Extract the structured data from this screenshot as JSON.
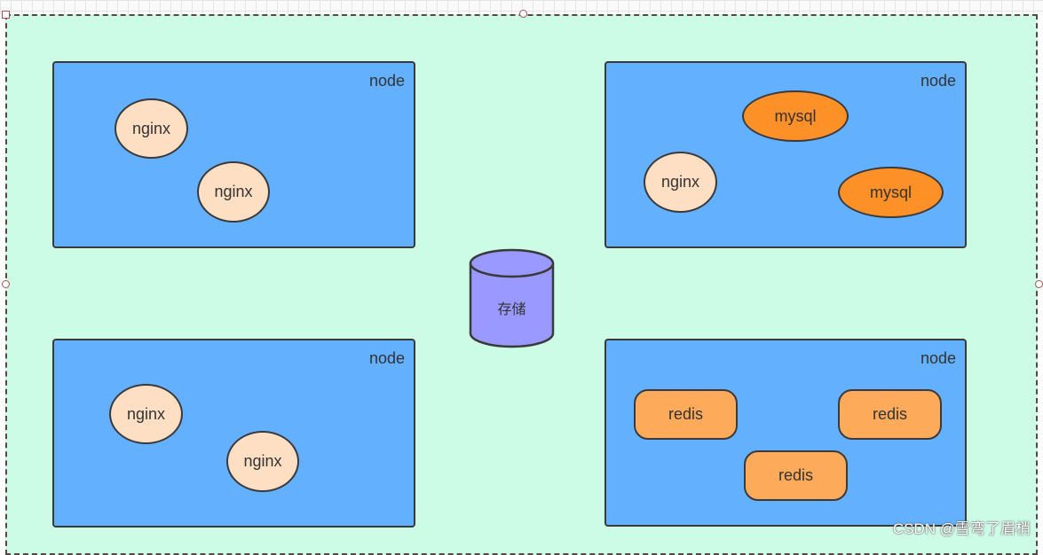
{
  "nodes": {
    "top_left": {
      "label": "node",
      "pods": [
        "nginx",
        "nginx"
      ]
    },
    "top_right": {
      "label": "node",
      "pods": [
        "mysql",
        "nginx",
        "mysql"
      ]
    },
    "bottom_left": {
      "label": "node",
      "pods": [
        "nginx",
        "nginx"
      ]
    },
    "bottom_right": {
      "label": "node",
      "pods": [
        "redis",
        "redis",
        "redis"
      ]
    }
  },
  "storage": {
    "label": "存储"
  },
  "watermark": "CSDN @雪弯了眉梢",
  "colors": {
    "canvas_bg": "#ccfce6",
    "node_fill": "#63b0ff",
    "nginx_fill": "#ffdfc4",
    "mysql_fill": "#fe9028",
    "redis_fill": "#fdaa5a",
    "storage_fill": "#9999ff"
  }
}
